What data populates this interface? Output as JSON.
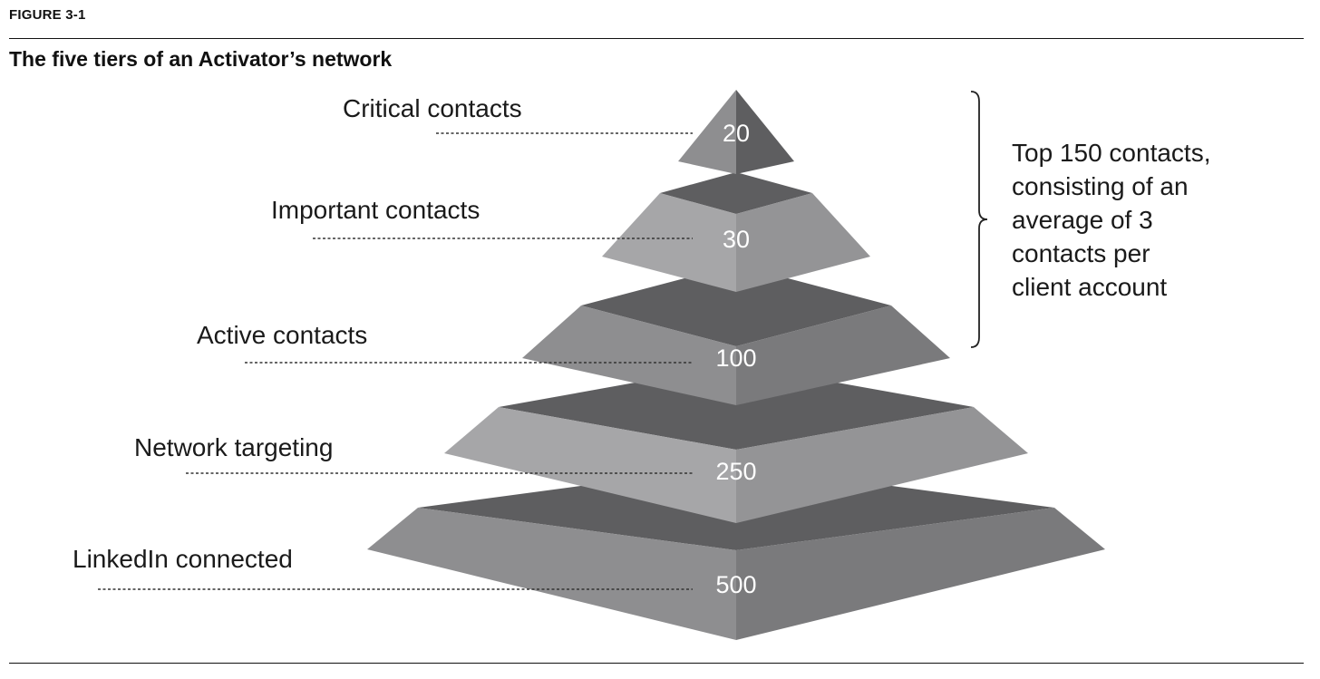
{
  "figure": {
    "label": "FIGURE 3-1",
    "title": "The five tiers of an Activator’s network"
  },
  "tiers": [
    {
      "label": "Critical contacts",
      "value": "20"
    },
    {
      "label": "Important contacts",
      "value": "30"
    },
    {
      "label": "Active contacts",
      "value": "100"
    },
    {
      "label": "Network targeting",
      "value": "250"
    },
    {
      "label": "LinkedIn connected",
      "value": "500"
    }
  ],
  "bracket_note": {
    "lines": [
      "Top 150 contacts,",
      "consisting of an",
      "average of 3",
      "contacts per",
      "client account"
    ]
  },
  "colors": {
    "tier_left_face": "#8e8e90",
    "tier_right_face": "#7a7a7c",
    "tier_top_face": "#5e5e60",
    "tier_left_light": "#a6a6a8",
    "tier_right_light": "#949496"
  }
}
